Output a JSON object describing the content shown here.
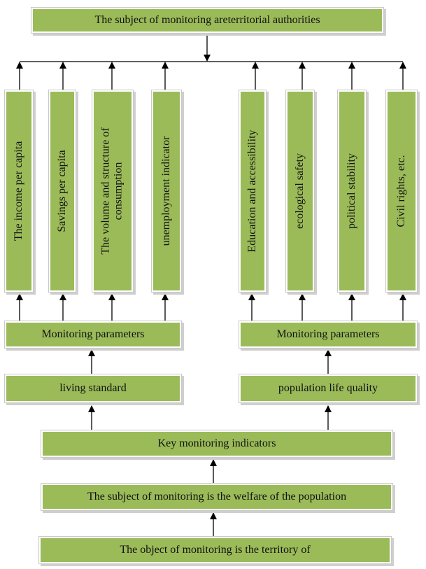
{
  "top": "The subject of monitoring areterritorial authorities",
  "indicators": [
    {
      "label": "The income per capita"
    },
    {
      "label": "Savings per capita"
    },
    {
      "label": "The volume and structure of consumption"
    },
    {
      "label": "unemployment indicator"
    },
    {
      "label": "Education and accessibility"
    },
    {
      "label": "ecological safety"
    },
    {
      "label": "political stability"
    },
    {
      "label": "Civil rights, etc."
    }
  ],
  "params_left": "Monitoring parameters",
  "params_right": "Monitoring parameters",
  "living_standard": "living standard",
  "life_quality": "population life quality",
  "key_indicators": "Key monitoring indicators",
  "subject_welfare": "The subject of monitoring is the welfare of the population",
  "object_territory": "The object of monitoring is the territory of",
  "colors": {
    "box_fill": "#9bbb59",
    "line": "#000000"
  }
}
